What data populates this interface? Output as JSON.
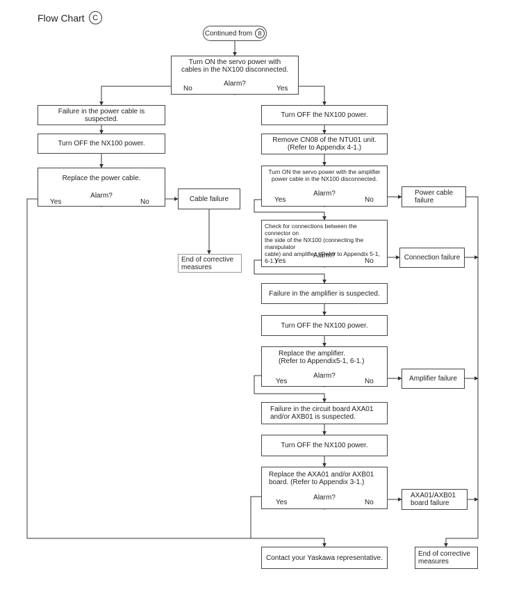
{
  "title": {
    "text": "Flow Chart",
    "marker": "C"
  },
  "start": {
    "text": "Continued from",
    "marker": "B"
  },
  "step1": {
    "text": "Turn ON the servo power with\ncables in the NX100 disconnected.",
    "decision": "Alarm?",
    "no": "No",
    "yes": "Yes"
  },
  "left": {
    "suspect": "Failure in the power cable is suspected.",
    "power_off": "Turn OFF the NX100 power.",
    "replace": "Replace the power cable.",
    "decision": "Alarm?",
    "yes": "Yes",
    "no": "No",
    "cable_failure": "Cable failure",
    "end": "End of corrective\nmeasures"
  },
  "right": {
    "power_off_1": "Turn OFF the NX100 power.",
    "remove_cn08": "Remove CN08 of the NTU01 unit.\n(Refer to Appendix 4-1.)",
    "servo_on": "Turn ON the servo power with the amplifier\npower cable in the NX100 disconnected.",
    "d1": {
      "q": "Alarm?",
      "yes": "Yes",
      "no": "No"
    },
    "power_cable_failure": "Power cable\nfailure",
    "check_conn": "Check for connections between the connector on\nthe side of the NX100 (connecting the manipulator\ncable) and amplifier. (Refer to Appendix 5-1, 6-1.)",
    "d2": {
      "q": "Alarm?",
      "yes": "Yes",
      "no": "No"
    },
    "connection_failure": "Connection failure",
    "amp_suspect": "Failure in the amplifier is suspected.",
    "power_off_2": "Turn OFF the NX100 power.",
    "replace_amp": "Replace the amplifier.\n(Refer to Appendix5-1, 6-1.)",
    "d3": {
      "q": "Alarm?",
      "yes": "Yes",
      "no": "No"
    },
    "amp_failure": "Amplifier failure",
    "board_suspect": "Failure in the circuit board AXA01\nand/or AXB01 is suspected.",
    "power_off_3": "Turn OFF the NX100 power.",
    "replace_board": "Replace the AXA01 and/or AXB01\nboard.  (Refer to Appendix 3-1.)",
    "d4": {
      "q": "Alarm?",
      "yes": "Yes",
      "no": "No"
    },
    "board_failure": "AXA01/AXB01\nboard failure",
    "contact": "Contact your Yaskawa representative.",
    "end": "End of corrective\nmeasures"
  }
}
